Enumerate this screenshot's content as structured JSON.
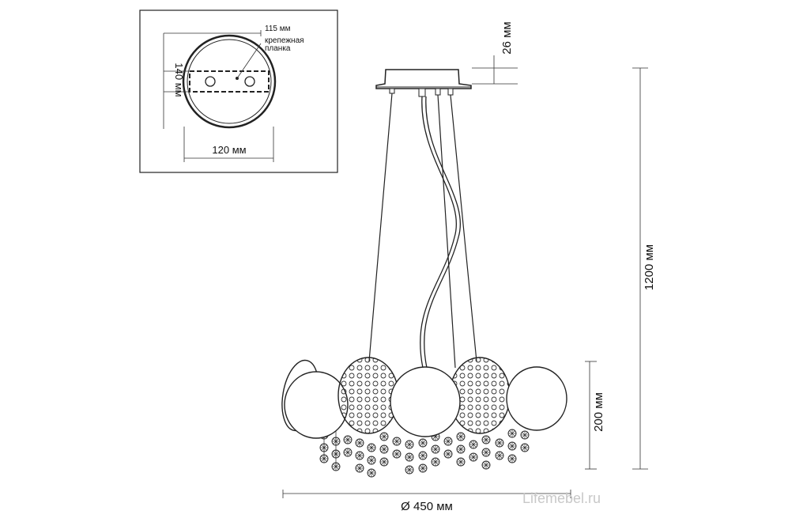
{
  "inset": {
    "width_label": "115 мм",
    "bracket_label_line1": "крепежная",
    "bracket_label_line2": "планка",
    "height_label": "140 мм",
    "bottom_label": "120 мм"
  },
  "dimensions": {
    "canopy_height": "26 мм",
    "total_height": "1200 мм",
    "shade_height": "200 мм",
    "diameter": "Ø 450 мм"
  },
  "watermark": "Lifemebel.ru"
}
